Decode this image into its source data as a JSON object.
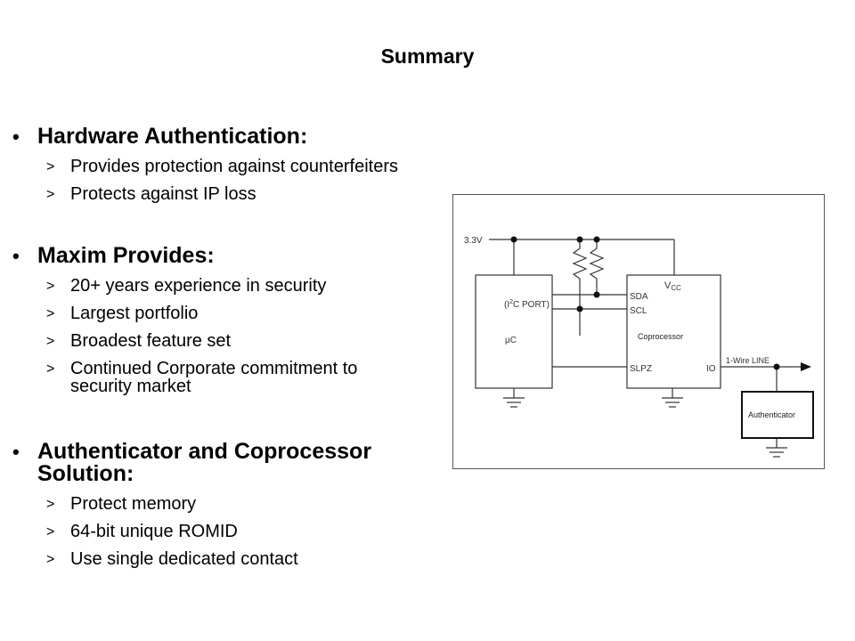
{
  "slide": {
    "title": "Summary",
    "bullet_glyph": "•",
    "sub_bullet_glyph": ">",
    "sections": [
      {
        "heading": "Hardware Authentication:",
        "items": [
          "Provides protection against counterfeiters",
          "Protects against IP loss"
        ]
      },
      {
        "heading": "Maxim Provides:",
        "items": [
          "20+ years experience in security",
          "Largest portfolio",
          "Broadest feature set",
          "Continued Corporate commitment to security market"
        ]
      },
      {
        "heading": "Authenticator and Coprocessor Solution:",
        "items": [
          "Protect memory",
          "64-bit unique ROMID",
          "Use single dedicated contact"
        ]
      }
    ]
  },
  "diagram": {
    "supply_label": "3.3V",
    "mcu_label": "μC",
    "i2c_port_label_pre": "(I",
    "i2c_port_label_sup": "2",
    "i2c_port_label_post": "C PORT)",
    "coprocessor_label": "Coprocessor",
    "vcc_label_main": "V",
    "vcc_label_sub": "CC",
    "sda_label": "SDA",
    "scl_label": "SCL",
    "slpz_label": "SLPZ",
    "io_label": "IO",
    "line_label": "1-Wire LINE",
    "authenticator_label": "Authenticator"
  }
}
